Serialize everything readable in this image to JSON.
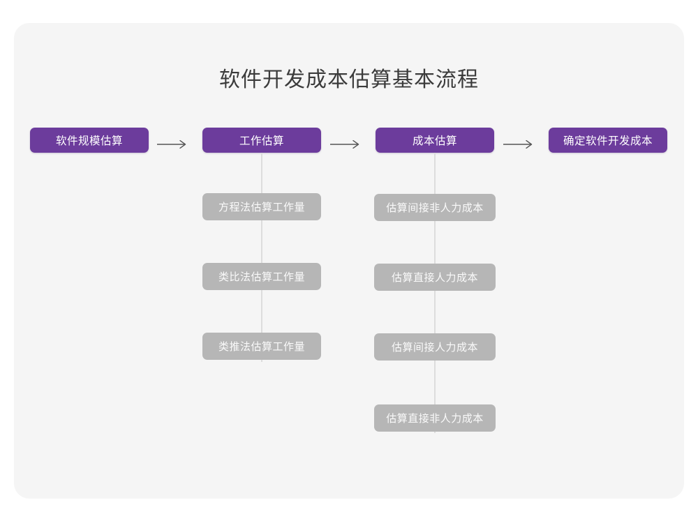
{
  "title": "软件开发成本估算基本流程",
  "colors": {
    "page_background": "#ffffff",
    "card_background": "#f5f5f5",
    "primary_node": "#6c3c9c",
    "secondary_node": "#b6b6b6",
    "connector": "#dcdcdc",
    "arrow": "#555555",
    "title_text": "#3b3b3b",
    "node_text": "#ffffff"
  },
  "flow": {
    "main_steps": [
      {
        "id": "scale",
        "label": "软件规模估算"
      },
      {
        "id": "effort",
        "label": "工作估算"
      },
      {
        "id": "cost",
        "label": "成本估算"
      },
      {
        "id": "final",
        "label": "确定软件开发成本"
      }
    ],
    "arrows": [
      {
        "id": "arrow-1",
        "icon": "arrow-right-icon"
      },
      {
        "id": "arrow-2",
        "icon": "arrow-right-icon"
      },
      {
        "id": "arrow-3",
        "icon": "arrow-right-icon"
      }
    ],
    "effort_methods": [
      {
        "id": "effort-1",
        "label": "方程法估算工作量"
      },
      {
        "id": "effort-2",
        "label": "类比法估算工作量"
      },
      {
        "id": "effort-3",
        "label": "类推法估算工作量"
      }
    ],
    "cost_components": [
      {
        "id": "cost-1",
        "label": "估算间接非人力成本"
      },
      {
        "id": "cost-2",
        "label": "估算直接人力成本"
      },
      {
        "id": "cost-3",
        "label": "估算间接人力成本"
      },
      {
        "id": "cost-4",
        "label": "估算直接非人力成本"
      }
    ]
  }
}
